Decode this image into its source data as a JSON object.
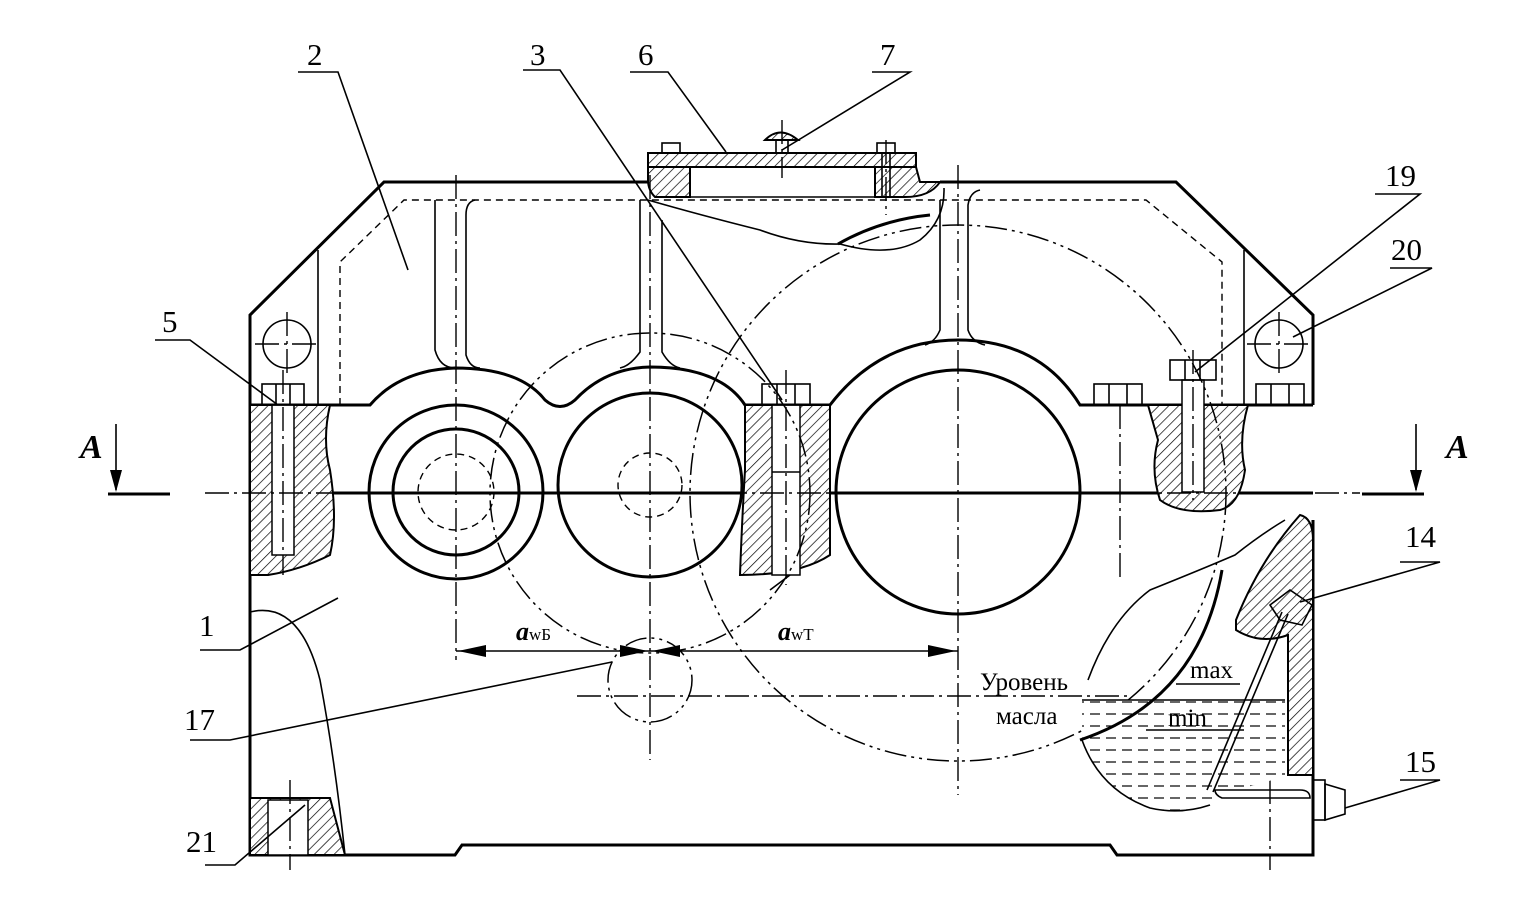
{
  "section_label": "A",
  "dimensions": {
    "slow_center_distance": {
      "main": "a",
      "sub": "wБ"
    },
    "fast_center_distance": {
      "main": "a",
      "sub": "wT"
    }
  },
  "oil_level": {
    "label_line1": "Уровень",
    "label_line2": "масла",
    "max_label": "max",
    "min_label": "min"
  },
  "callouts": [
    {
      "id": "1",
      "label": "1"
    },
    {
      "id": "2",
      "label": "2"
    },
    {
      "id": "3",
      "label": "3"
    },
    {
      "id": "5",
      "label": "5"
    },
    {
      "id": "6",
      "label": "6"
    },
    {
      "id": "7",
      "label": "7"
    },
    {
      "id": "14",
      "label": "14"
    },
    {
      "id": "15",
      "label": "15"
    },
    {
      "id": "17",
      "label": "17"
    },
    {
      "id": "19",
      "label": "19"
    },
    {
      "id": "20",
      "label": "20"
    },
    {
      "id": "21",
      "label": "21"
    }
  ]
}
